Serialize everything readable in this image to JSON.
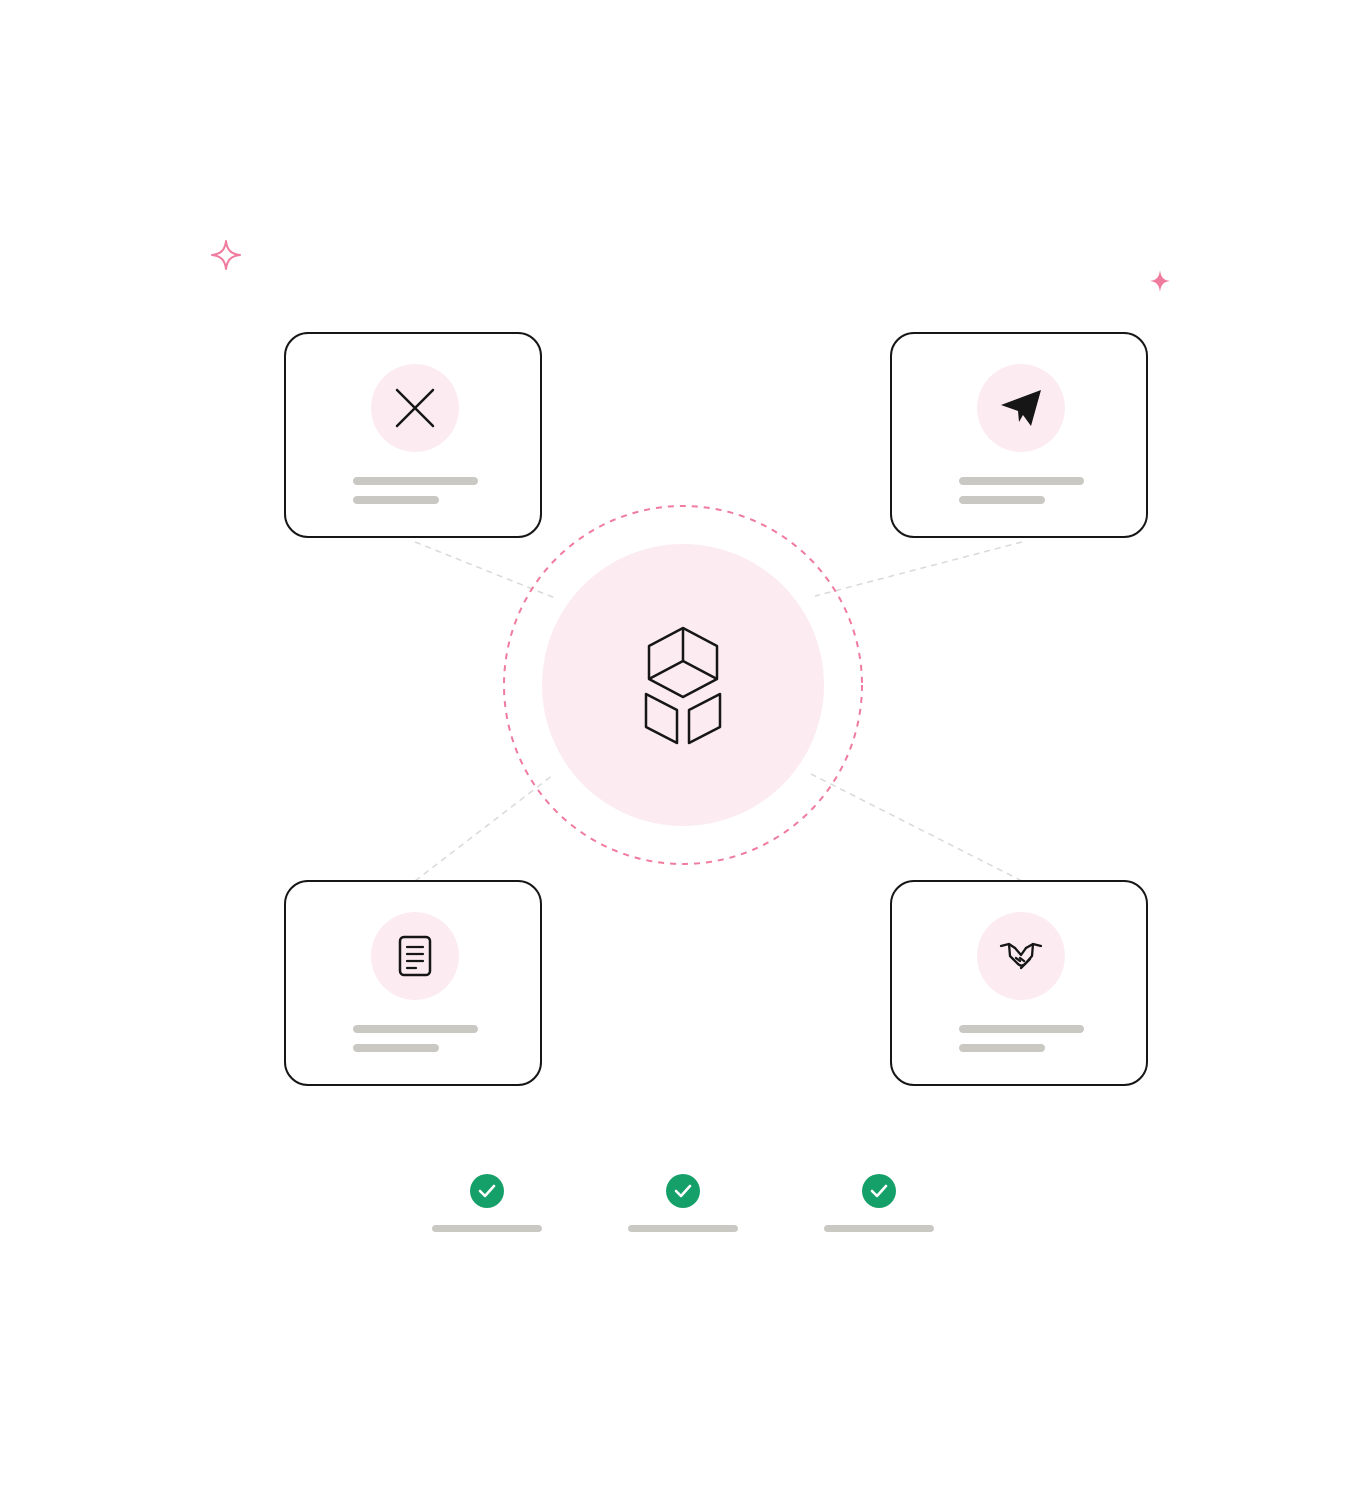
{
  "colors": {
    "accent_pink": "#ef7b9e",
    "badge_fill": "#fcecf2",
    "outline": "#161616",
    "placeholder_line": "#c9c8c3",
    "connector": "#d9d9d9",
    "success_green": "#16a069"
  },
  "decorations": {
    "sparkles": [
      "sparkle-outline-icon",
      "sparkle-filled-icon"
    ]
  },
  "hub": {
    "icon": "modular-blocks-icon"
  },
  "cards": [
    {
      "id": "top-left",
      "icon": "close-icon"
    },
    {
      "id": "top-right",
      "icon": "send-icon"
    },
    {
      "id": "bottom-left",
      "icon": "document-icon"
    },
    {
      "id": "bottom-right",
      "icon": "handshake-icon"
    }
  ],
  "status_checks": [
    {
      "icon": "check-icon",
      "status": "complete"
    },
    {
      "icon": "check-icon",
      "status": "complete"
    },
    {
      "icon": "check-icon",
      "status": "complete"
    }
  ]
}
